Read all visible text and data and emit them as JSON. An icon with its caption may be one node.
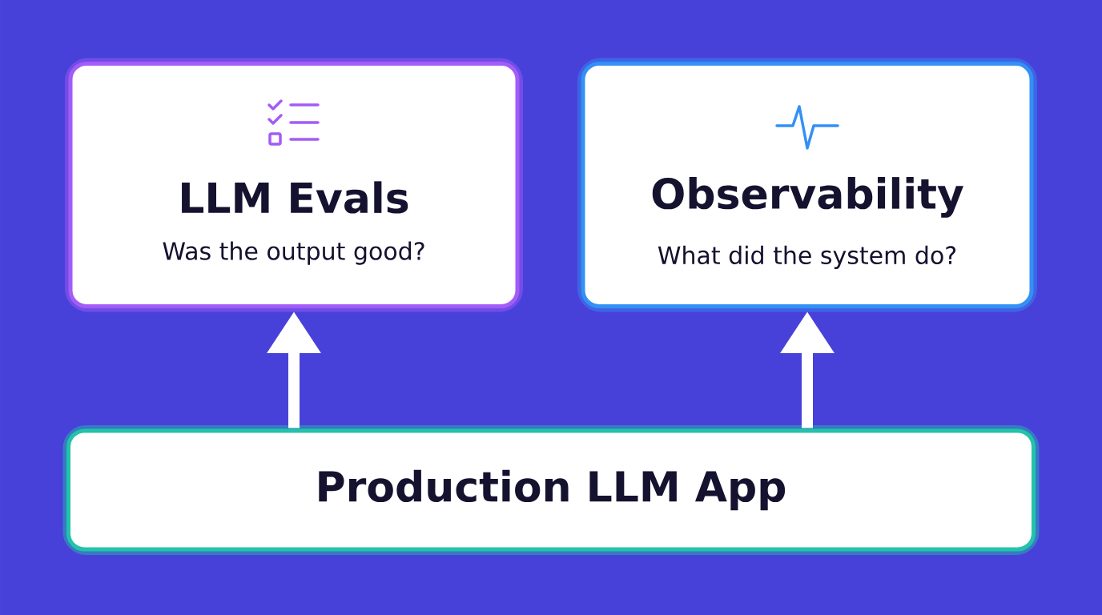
{
  "diagram": {
    "nodes": [
      {
        "text": [
          "LLM Evals",
          "Was the output good?"
        ]
      },
      {
        "text": [
          "Observability",
          "What did the system do?"
        ]
      },
      {
        "text": [
          "Production LLM App"
        ]
      }
    ],
    "edges": [
      {
        "from": 2,
        "to": 0,
        "arrow": "to"
      },
      {
        "from": 2,
        "to": 1,
        "arrow": "to"
      }
    ]
  }
}
